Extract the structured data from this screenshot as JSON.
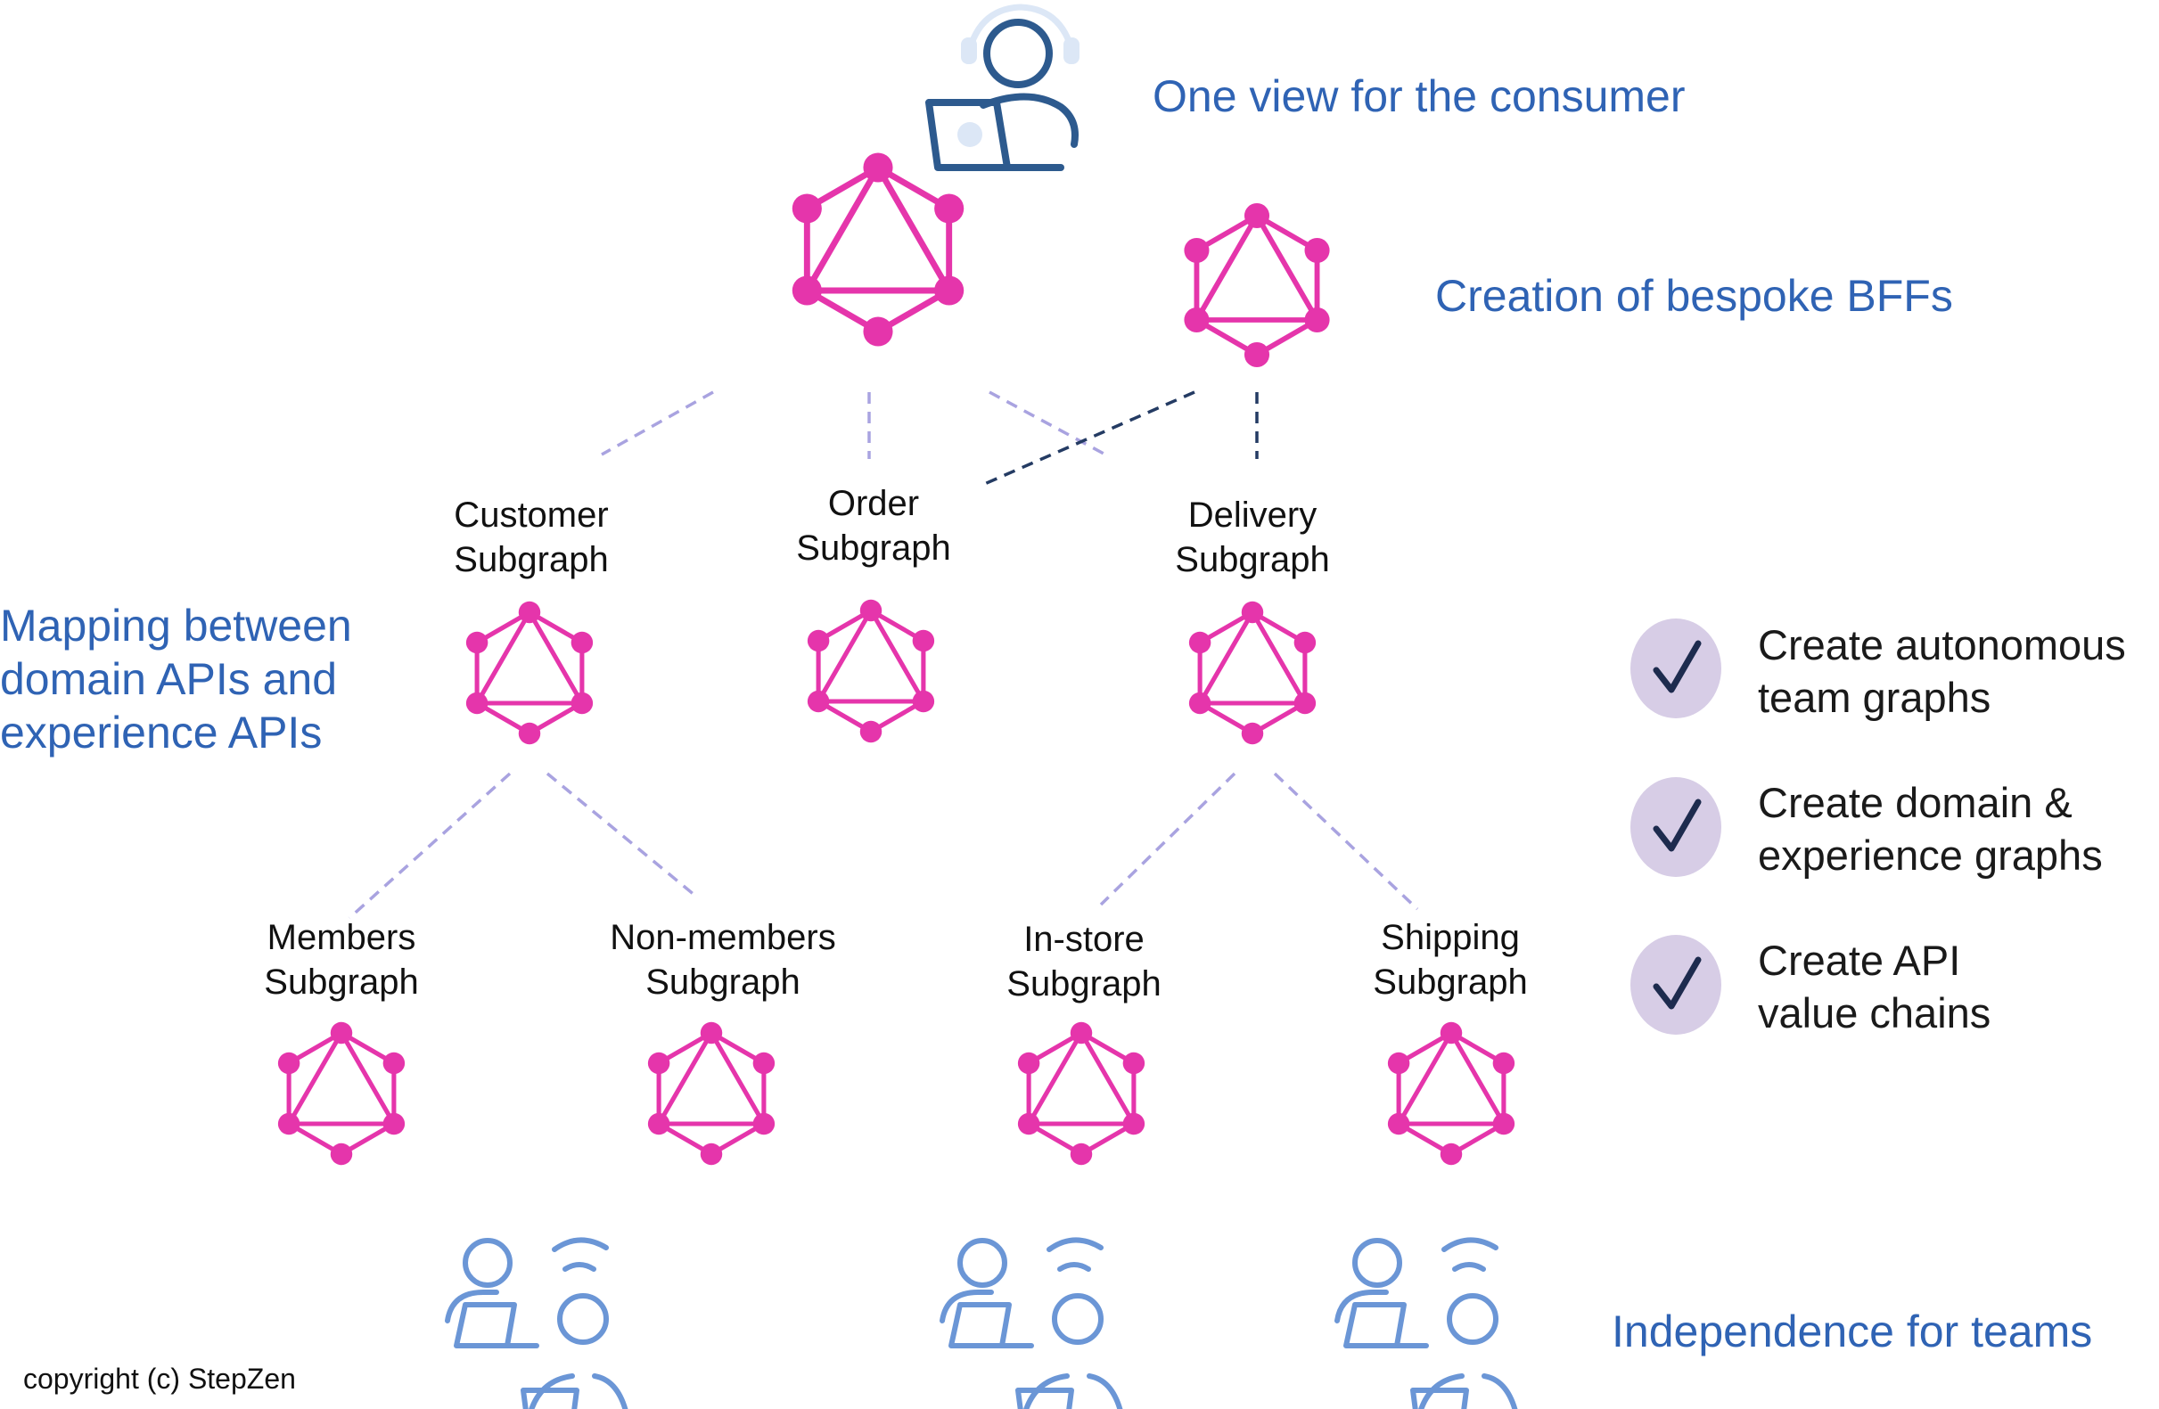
{
  "labels": {
    "consumer": "One view for the consumer",
    "bffs": "Creation of bespoke BFFs",
    "mapping": [
      "Mapping between",
      "domain APIs and",
      "experience APIs"
    ],
    "teams": "Independence for teams"
  },
  "subgraphs": {
    "customer": [
      "Customer",
      "Subgraph"
    ],
    "order": [
      "Order",
      "Subgraph"
    ],
    "delivery": [
      "Delivery",
      "Subgraph"
    ],
    "members": [
      "Members",
      "Subgraph"
    ],
    "non_members": [
      "Non-members",
      "Subgraph"
    ],
    "in_store": [
      "In-store",
      "Subgraph"
    ],
    "shipping": [
      "Shipping",
      "Subgraph"
    ]
  },
  "checklist": [
    [
      "Create autonomous",
      "team graphs"
    ],
    [
      "Create domain &",
      "experience graphs"
    ],
    [
      "Create API",
      "value chains"
    ]
  ],
  "copyright": "copyright (c) StepZen",
  "icons": {
    "consumer": "person-with-laptop-icon",
    "graph": "graphql-logo-icon",
    "team": "team-collaboration-icon",
    "check": "checkmark-icon"
  },
  "colors": {
    "graphql": "#e535ab",
    "label_blue": "#2f63b4",
    "consumer_navy": "#2d5a8e",
    "team_blue": "#6b96d6",
    "dashed_lavender": "#a9a3e0",
    "dashed_navy": "#243b63",
    "check_circle": "#d7cde6",
    "check_mark": "#1d2b4e"
  }
}
